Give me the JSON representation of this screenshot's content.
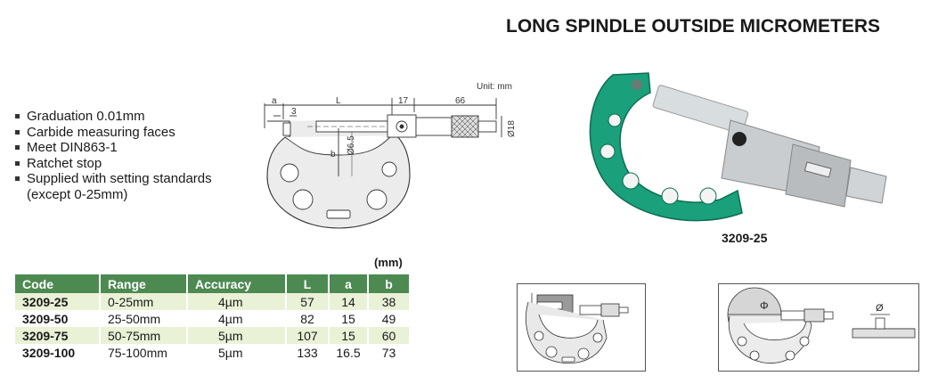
{
  "title": "LONG SPINDLE OUTSIDE MICROMETERS",
  "features": [
    "Graduation 0.01mm",
    "Carbide measuring faces",
    "Meet DIN863-1",
    "Ratchet stop",
    "Supplied with setting standards",
    "(except 0-25mm)"
  ],
  "drawing": {
    "unit": "Unit: mm",
    "dim_a": "a",
    "dim_L": "L",
    "dim_17": "17",
    "dim_66": "66",
    "dim_3": "3",
    "dim_b": "b",
    "dim_d65": "Ø6.5",
    "dim_d18": "Ø18"
  },
  "photo": {
    "caption": "3209-25"
  },
  "table": {
    "unit_note": "(mm)",
    "headers": [
      "Code",
      "Range",
      "Accuracy",
      "L",
      "a",
      "b"
    ],
    "rows": [
      [
        "3209-25",
        "0-25mm",
        "4µm",
        "57",
        "14",
        "38"
      ],
      [
        "3209-50",
        "25-50mm",
        "4µm",
        "82",
        "15",
        "49"
      ],
      [
        "3209-75",
        "50-75mm",
        "5µm",
        "107",
        "15",
        "60"
      ],
      [
        "3209-100",
        "75-100mm",
        "5µm",
        "133",
        "16.5",
        "73"
      ]
    ]
  },
  "usage2": {
    "phi_left": "Φ",
    "phi_right": "Ø"
  },
  "colors": {
    "header_green": "#4d8a52",
    "row_tint": "#e9f1d6",
    "frame_teal": "#1aa07a"
  }
}
